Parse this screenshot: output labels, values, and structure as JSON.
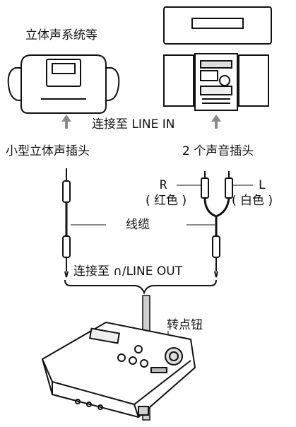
{
  "labels": {
    "stereo_system": "立体声系统等",
    "connect_line_in": "连接至 LINE IN",
    "mini_plug": "小型立体声插头",
    "two_plugs": "2 个声音插头",
    "r": "R",
    "l": "L",
    "red": "( 红色 )",
    "white": "( 白色 )",
    "cable": "线缆",
    "connect_line_out": "连接至 ∩/LINE OUT",
    "dial": "转点钮"
  },
  "colors": {
    "line": "#111111",
    "grey": "#8a8a8a",
    "light_grey": "#cfcfcf",
    "fill": "#ffffff"
  }
}
